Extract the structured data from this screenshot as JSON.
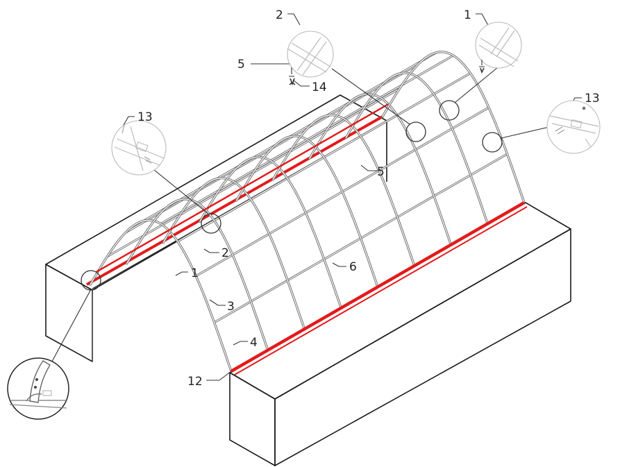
{
  "figure": {
    "callouts": [
      {
        "id": "c1-top",
        "text": "1"
      },
      {
        "id": "c2-top",
        "text": "2"
      },
      {
        "id": "c5-top",
        "text": "5"
      },
      {
        "id": "c14",
        "text": "14"
      },
      {
        "id": "c13-right",
        "text": "13"
      },
      {
        "id": "c13-left",
        "text": "13"
      },
      {
        "id": "c5-mid",
        "text": "5"
      },
      {
        "id": "c2-mid",
        "text": "2"
      },
      {
        "id": "c1-mid",
        "text": "1"
      },
      {
        "id": "c6",
        "text": "6"
      },
      {
        "id": "c3",
        "text": "3"
      },
      {
        "id": "c4",
        "text": "4"
      },
      {
        "id": "c12",
        "text": "12"
      }
    ],
    "colors": {
      "rail_red": "#e21b1b",
      "frame_gray": "#6a6a6a",
      "outline": "#1a1a1a",
      "detail_gray": "#bbbbbb"
    }
  }
}
